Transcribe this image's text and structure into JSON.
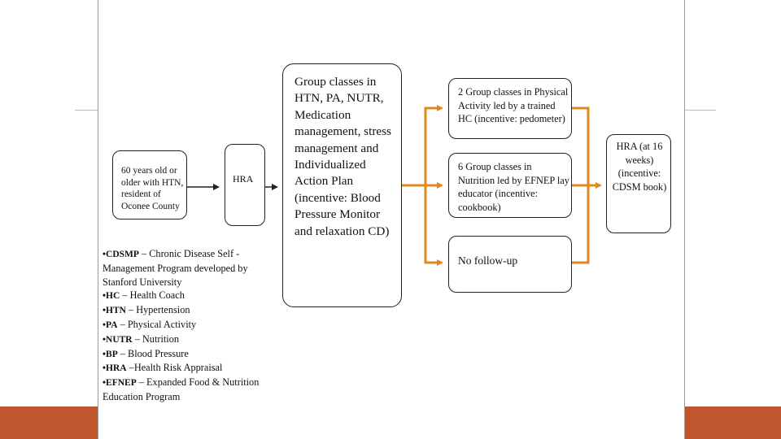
{
  "colors": {
    "arrow": "#e08a1e",
    "accent_bar": "#c0562e",
    "panel_border": "#9a9a9a"
  },
  "boxes": {
    "eligibility": "60 years old or older with HTN, resident of Oconee County",
    "hra_start": "HRA",
    "group_classes": "Group classes in HTN, PA, NUTR, Medication management, stress management and Individualized Action Plan (incentive: Blood Pressure Monitor and relaxation CD)",
    "physical_activity": "2 Group classes in Physical Activity led by a trained HC (incentive: pedometer)",
    "nutrition": "6 Group classes in Nutrition led by EFNEP lay educator (incentive: cookbook)",
    "no_followup": "No follow-up",
    "hra_end": "HRA (at 16 weeks) (incentive: CDSM book)"
  },
  "legend": [
    {
      "abbr": "•CDSMP",
      "sep": " – ",
      "desc": "Chronic Disease Self -Management Program developed by Stanford University"
    },
    {
      "abbr": "•HC",
      "sep": " – ",
      "desc": "Health Coach"
    },
    {
      "abbr": "•HTN",
      "sep": " – ",
      "desc": "Hypertension"
    },
    {
      "abbr": "•PA",
      "sep": " – ",
      "desc": "Physical Activity"
    },
    {
      "abbr": "•NUTR",
      "sep": " – ",
      "desc": "Nutrition"
    },
    {
      "abbr": "•BP",
      "sep": " – ",
      "desc": "Blood Pressure"
    },
    {
      "abbr": "•HRA",
      "sep": " –",
      "desc": "Health Risk Appraisal"
    },
    {
      "abbr": "•EFNEP",
      "sep": " – ",
      "desc": "Expanded Food & Nutrition Education Program"
    }
  ]
}
